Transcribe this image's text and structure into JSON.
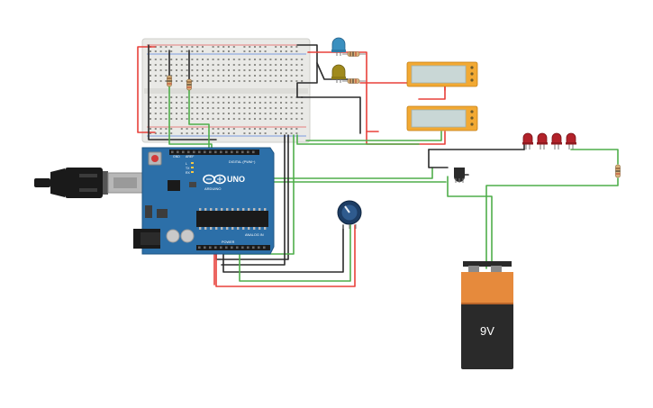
{
  "arduino": {
    "brand": "UNO",
    "maker": "ARDUINO",
    "digital_label": "DIGITAL (PWM~)",
    "power_label": "POWER",
    "analog_label": "ANALOG IN",
    "tx_label": "TX",
    "rx_label": "RX",
    "l_label": "L",
    "aref_label": "AREF",
    "gnd_label": "GND"
  },
  "battery": {
    "label": "9V"
  },
  "colors": {
    "wire_red": "#e8403a",
    "wire_black": "#2b2b2b",
    "wire_green": "#4fae4a",
    "board_blue": "#2c6fa8",
    "lcd_frame": "#f2a933",
    "lcd_screen": "#c9d7d6",
    "battery_orange": "#e68a3c",
    "battery_black": "#2a2a2a",
    "led_red": "#b2222a",
    "led_blue": "#3a8fbf",
    "led_yellow": "#a08a1c",
    "breadboard": "#e9e9e6"
  },
  "icons": {
    "usb": "usb-connector-icon",
    "dc_jack": "dc-barrel-jack-icon",
    "reset": "reset-button-icon",
    "chip": "atmega-chip-icon",
    "infinity": "arduino-infinity-logo"
  }
}
